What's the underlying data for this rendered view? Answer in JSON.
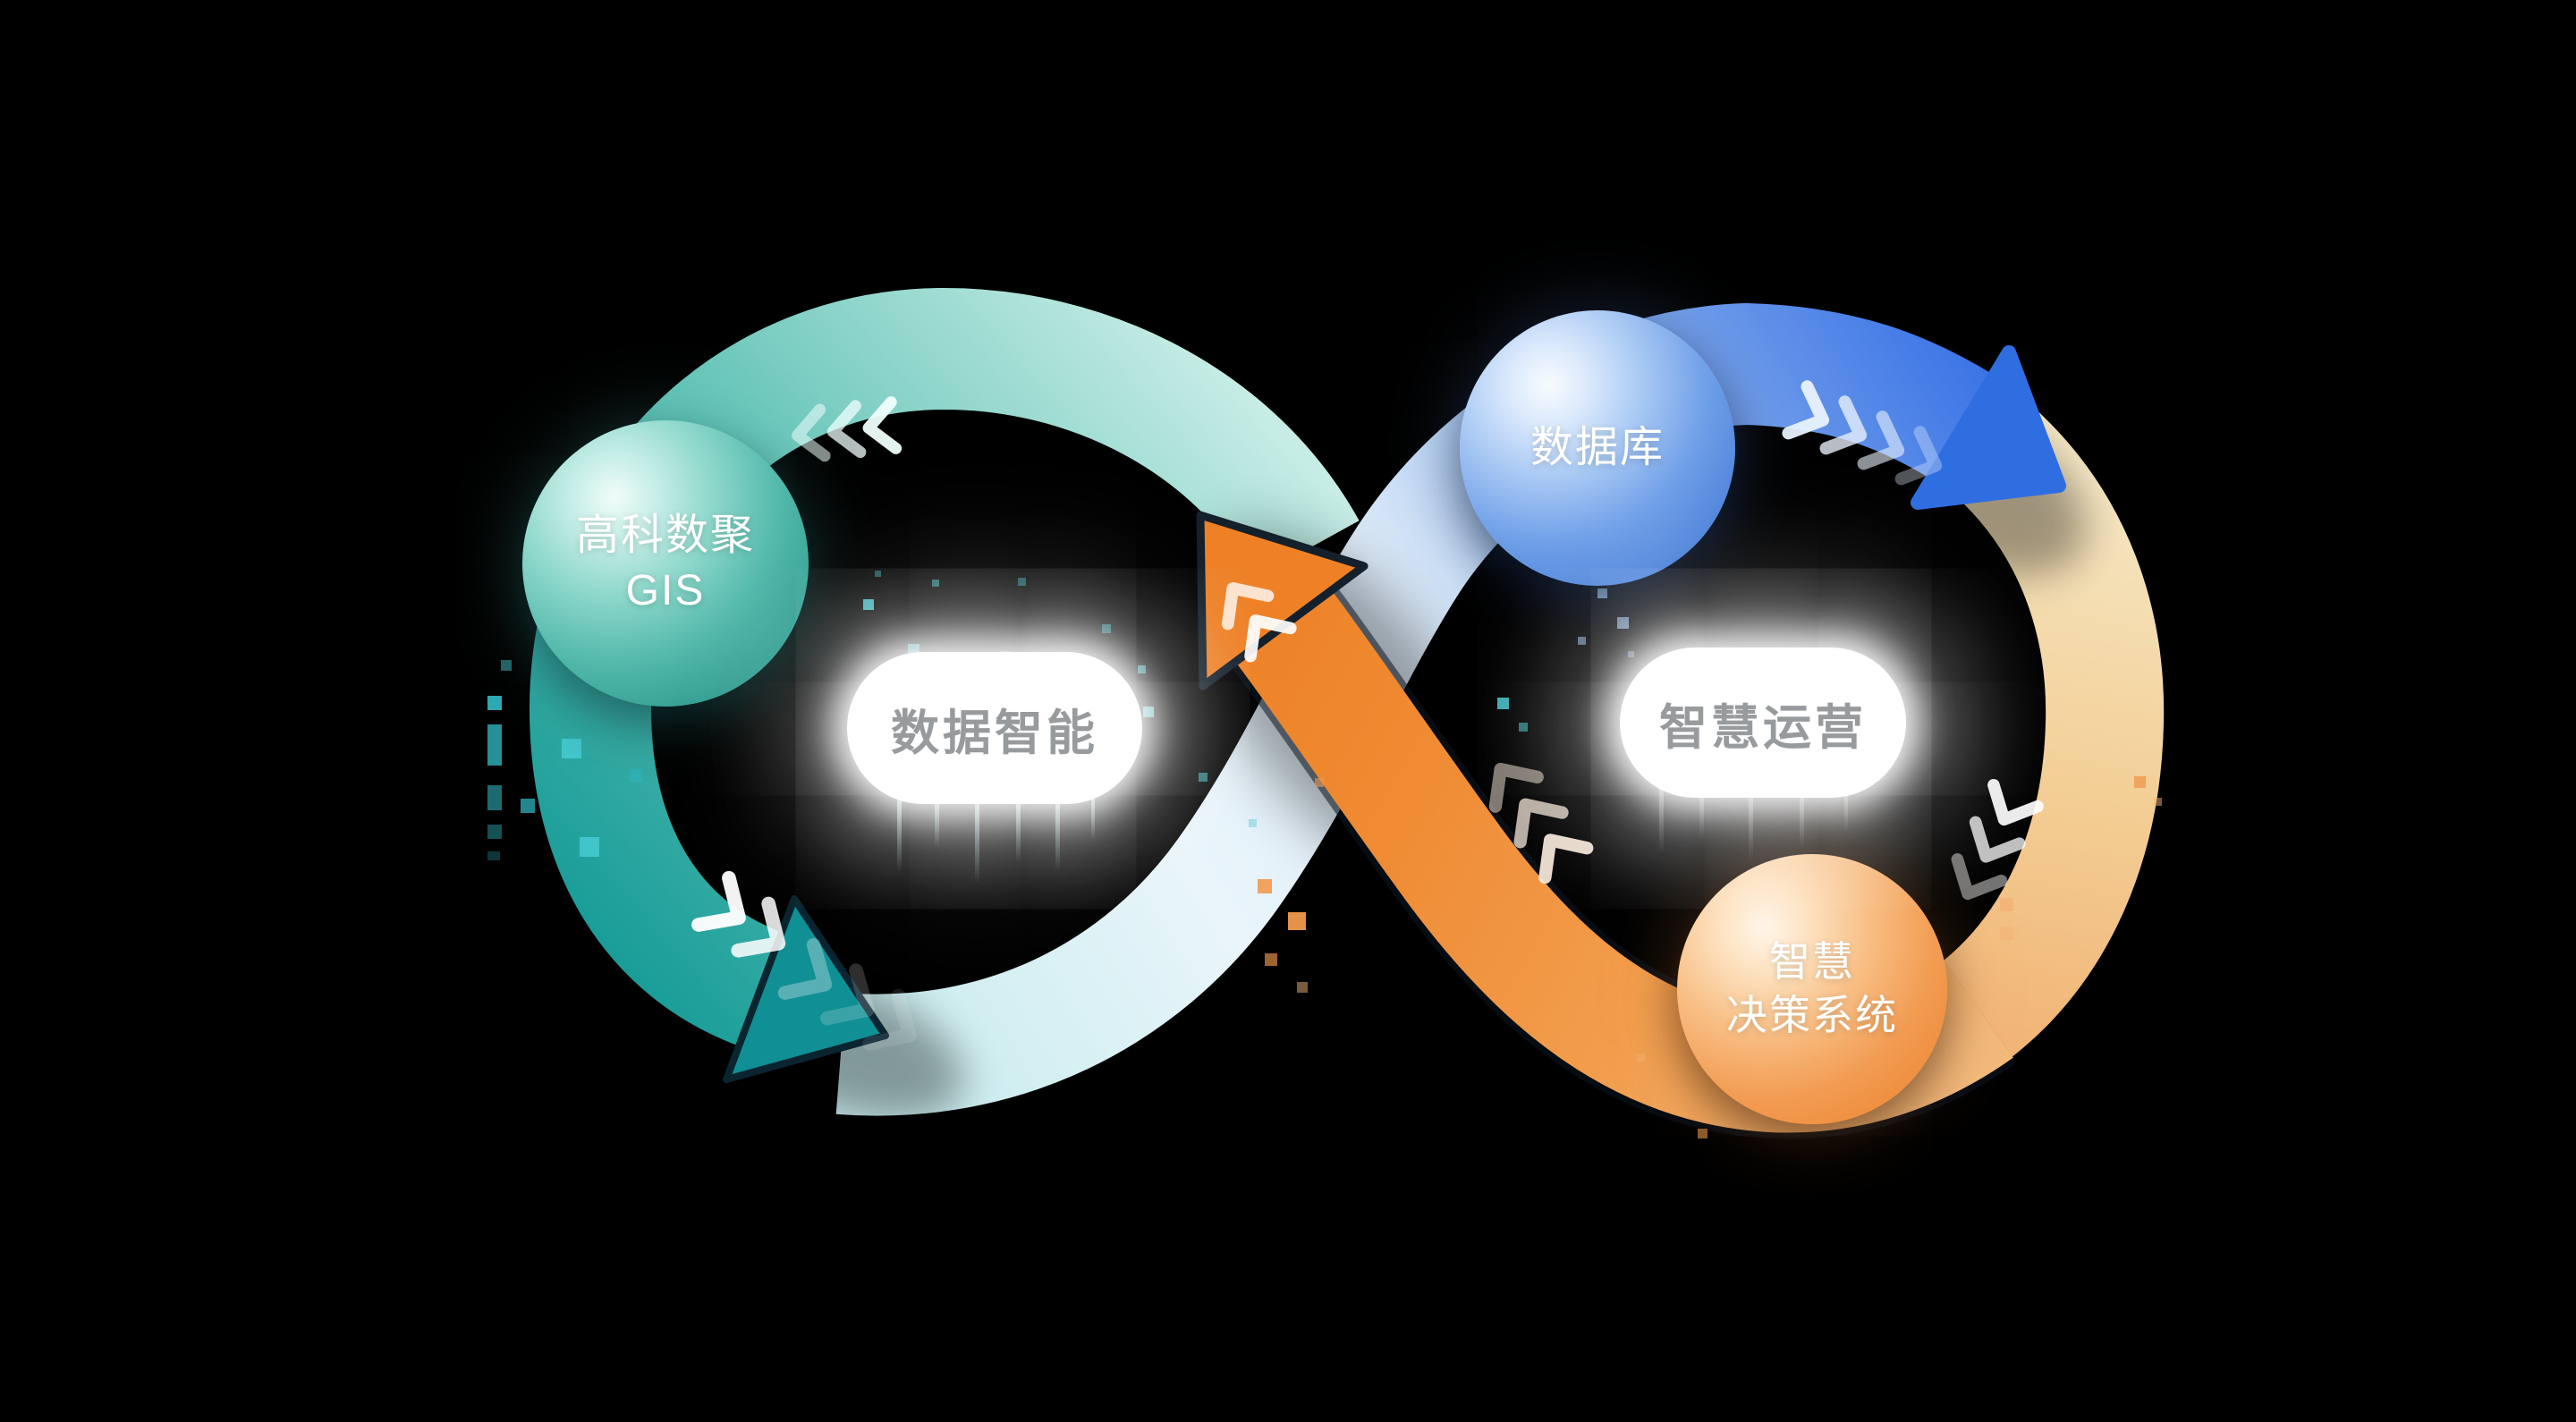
{
  "diagram": {
    "background": "#000000",
    "nodes": [
      {
        "id": "gis-node",
        "lines": [
          "高科数聚",
          "GIS"
        ],
        "theme": "teal",
        "color": "#3aa99c"
      },
      {
        "id": "database-node",
        "lines": [
          "数据库"
        ],
        "theme": "blue",
        "color": "#4a86dd"
      },
      {
        "id": "decision-node",
        "lines": [
          "智慧",
          "决策系统"
        ],
        "theme": "orange",
        "color": "#ef9240"
      }
    ],
    "loop_labels": [
      {
        "id": "left-loop-label",
        "text": "数据智能"
      },
      {
        "id": "right-loop-label",
        "text": "智慧运营"
      }
    ],
    "flow_colors": {
      "teal_arrow": "#149a96",
      "teal_light": "#c6ece5",
      "blue_arrow": "#3b74e6",
      "blue_light": "#dbe9f7",
      "orange_arrow": "#ee8126",
      "cream": "#f5e7c4",
      "label_text": "#989b9d",
      "node_text": "#ffffff"
    }
  }
}
